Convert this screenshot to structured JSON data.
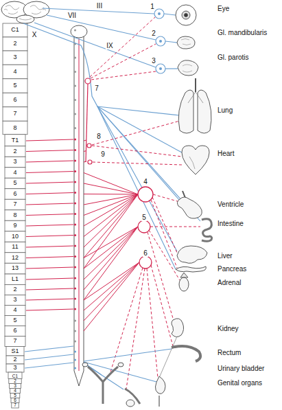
{
  "diagram": {
    "labels": [
      "III",
      "VII",
      "IX",
      "X",
      "1",
      "2",
      "3",
      "4",
      "5",
      "6",
      "7",
      "8",
      "9",
      "C1",
      "2",
      "3",
      "4",
      "5",
      "6",
      "7",
      "8",
      "T1",
      "2",
      "3",
      "4",
      "5",
      "6",
      "7",
      "8",
      "9",
      "10",
      "11",
      "12",
      "13",
      "L1",
      "2",
      "3",
      "4",
      "5",
      "6",
      "7",
      "S1",
      "2",
      "3",
      "C1",
      "2",
      "3",
      "4",
      "5",
      "6",
      "7",
      "Eye",
      "Gl. mandibularis",
      "Gl. parotis",
      "Lung",
      "Heart",
      "Ventricle",
      "Intestine",
      "Liver",
      "Pancreas",
      "Adrenal",
      "Kidney",
      "Rectum",
      "Urinary bladder",
      "Genital organs"
    ]
  }
}
